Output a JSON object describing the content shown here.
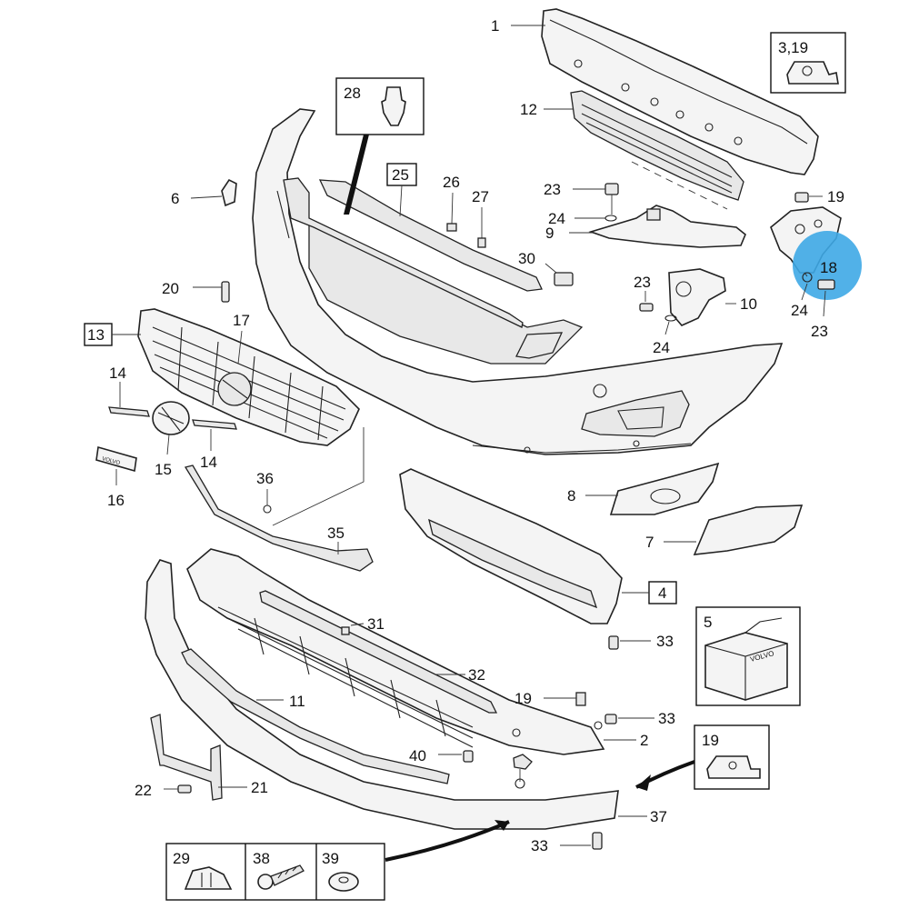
{
  "callouts": {
    "c1": "1",
    "c2": "2",
    "c3_19": "3,19",
    "c4": "4",
    "c5": "5",
    "c6": "6",
    "c7": "7",
    "c8": "8",
    "c9": "9",
    "c10": "10",
    "c11": "11",
    "c12": "12",
    "c13": "13",
    "c14a": "14",
    "c14b": "14",
    "c15": "15",
    "c16": "16",
    "c17": "17",
    "c18": "18",
    "c19a": "19",
    "c19b": "19",
    "c19box": "19",
    "c20": "20",
    "c21": "21",
    "c22": "22",
    "c23a": "23",
    "c23b": "23",
    "c23c": "23",
    "c24a": "24",
    "c24b": "24",
    "c24c": "24",
    "c25": "25",
    "c26": "26",
    "c27": "27",
    "c28": "28",
    "c29": "29",
    "c30": "30",
    "c31": "31",
    "c32": "32",
    "c33a": "33",
    "c33b": "33",
    "c33c": "33",
    "c35": "35",
    "c36": "36",
    "c37": "37",
    "c38": "38",
    "c39": "39",
    "c40": "40"
  },
  "emblem_text": "VOLVO",
  "highlight_color": "#3ea8e6"
}
